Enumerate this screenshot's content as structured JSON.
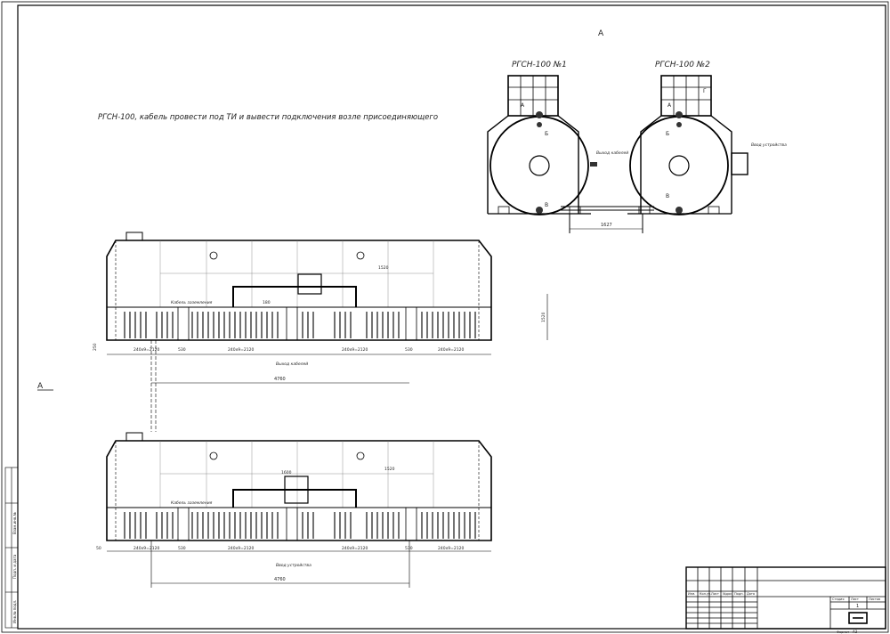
{
  "drawing": {
    "view_label_top": "A",
    "view_label_left": "A",
    "note": "РГСН-100, кабель провести под ТИ и вывести подключения возле присоединяющего",
    "tank1_title": "РГСН-100 №1",
    "tank2_title": "РГСН-100 №2",
    "callouts": {
      "a": "А",
      "b": "Б",
      "v": "В",
      "g": "Г"
    },
    "cable_exit_label": "Выход кабелей",
    "device_label": "Ввод устройства",
    "spacing_dim": "1627",
    "plan_top": {
      "dim_width": "1520",
      "dim_height": "1520",
      "dim_overall": "4760",
      "dim_side": "250",
      "segment_label": "240х9=2120",
      "dim_small": "530",
      "exit_note": "Выход кабелей",
      "tag_label": "Кабель заземления",
      "dim_180": "180"
    },
    "plan_bottom": {
      "dim_width": "1520",
      "dim_overall": "4760",
      "dim_side": "50",
      "segment_label": "240х9=2120",
      "dim_small": "530",
      "exit_note": "Ввод устройства",
      "tag_label": "Кабель заземления",
      "dim_top": "1600"
    }
  },
  "title_block": {
    "cols": [
      "Изм.",
      "Кол.уч.",
      "Лист",
      "№док.",
      "Подп.",
      "Дата"
    ],
    "sheet_hdr": [
      "Стадия",
      "Лист",
      "Листов"
    ],
    "sheet_num": "1",
    "format_label": "Формат",
    "format": "А3"
  },
  "side_stamp": [
    "Взам.инв.№",
    "Подп. и дата",
    "Инв.№ подл."
  ]
}
